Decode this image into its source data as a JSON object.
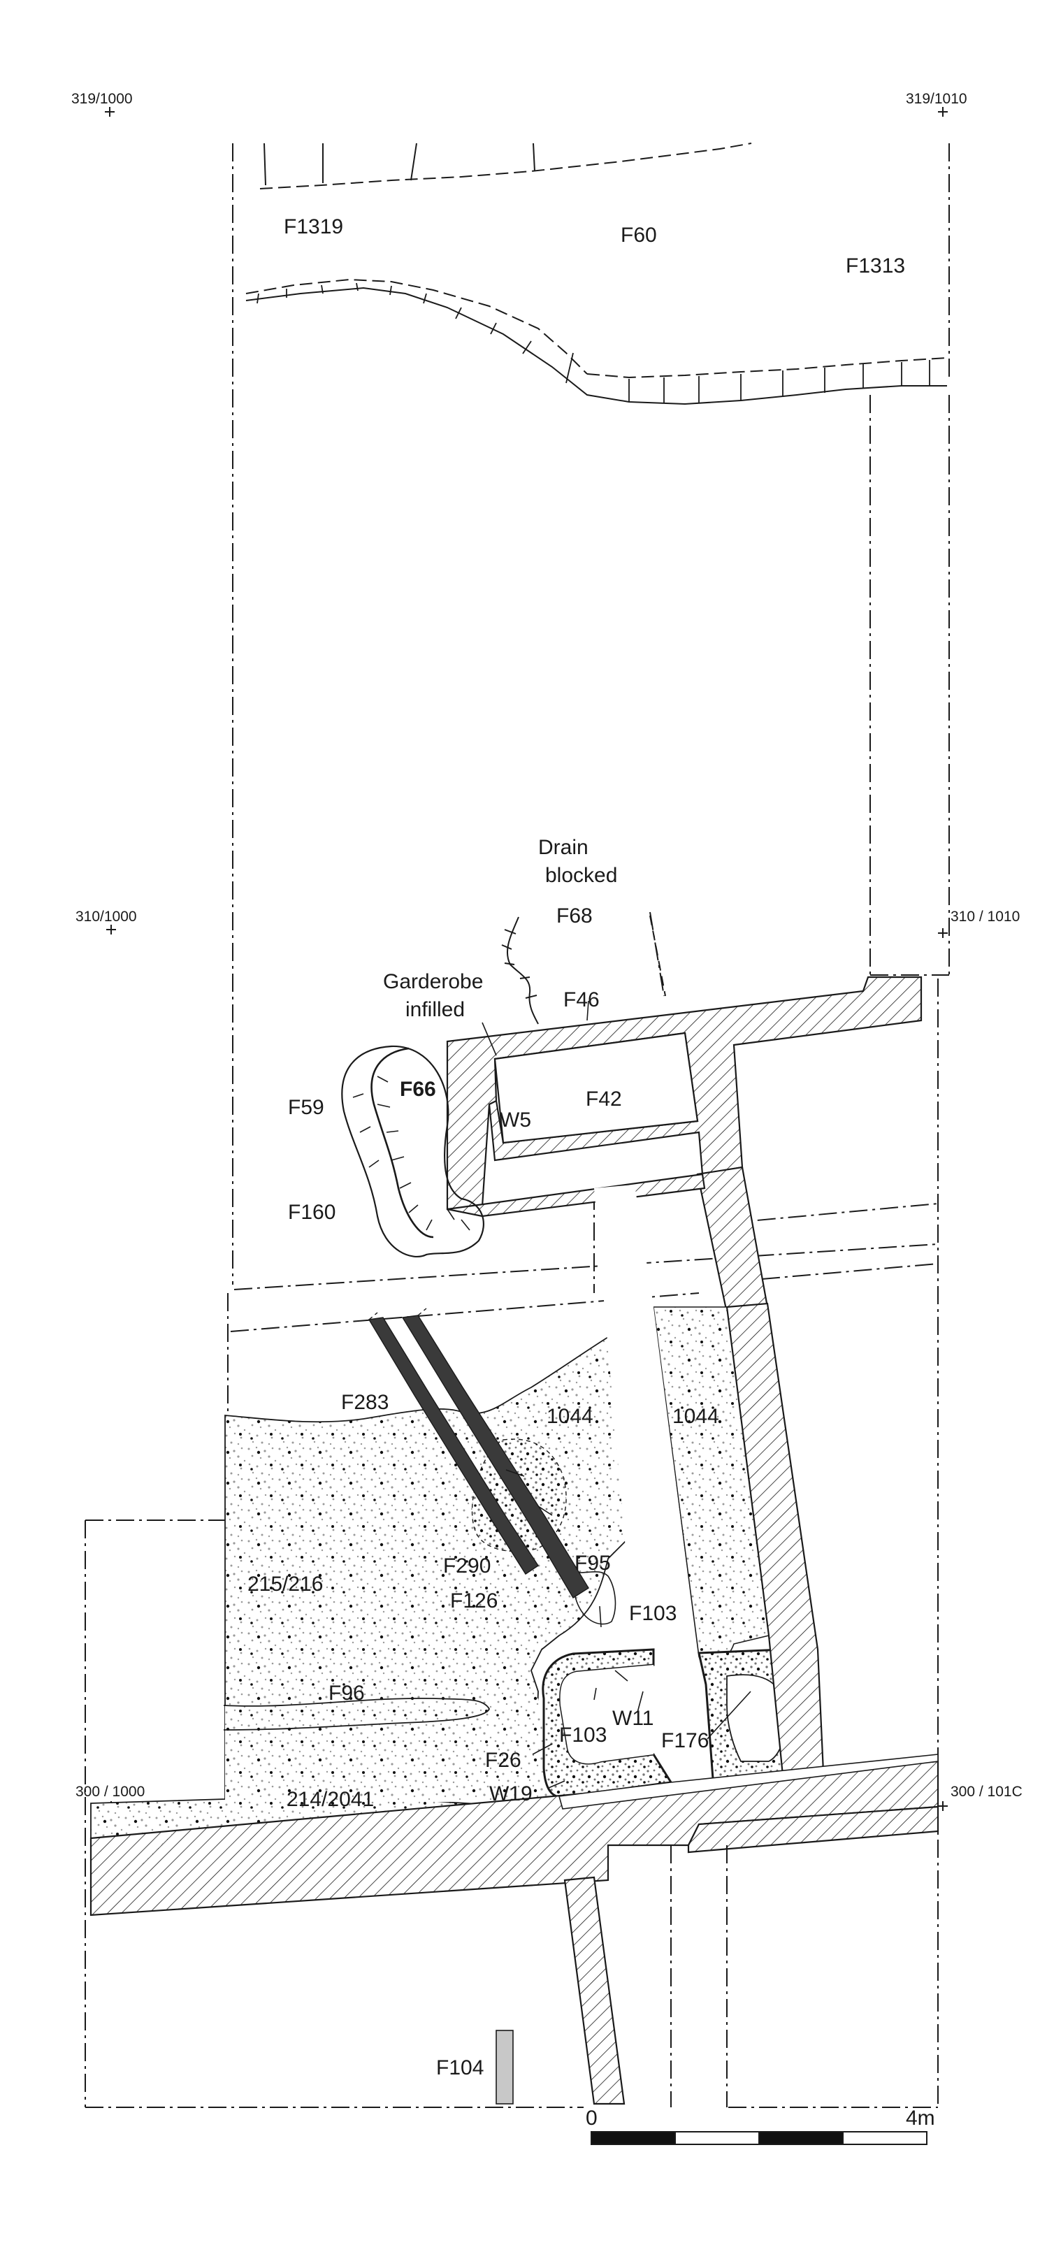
{
  "grid_labels": {
    "g1": "319/1000",
    "g2": "319/1010",
    "g3": "310/1000",
    "g4": "310 / 1010",
    "g5": "300 / 1000",
    "g6": "300 / 101C"
  },
  "features": {
    "f1319": "F1319",
    "f60": "F60",
    "f1313": "F1313",
    "drain1": "Drain",
    "drain2": "blocked",
    "f68": "F68",
    "garderobe1": "Garderobe",
    "garderobe2": "infilled",
    "f46": "F46",
    "f59": "F59",
    "f66": "F66",
    "w5": "W5",
    "f42": "F42",
    "f160": "F160",
    "f283": "F283",
    "l1044a": "1044",
    "l1044b": "1044",
    "f290": "F290",
    "f95": "F95",
    "l215": "215/216",
    "f126": "F126",
    "f103a": "F103",
    "f96": "F96",
    "f103b": "F103",
    "w11": "W11",
    "f176": "F176",
    "f26": "F26",
    "w19": "W19",
    "l214": "214/2041",
    "f104": "F104"
  },
  "scale": {
    "start": "0",
    "end": "4m"
  },
  "colors": {
    "ink": "#1a1a1a",
    "fill_grey": "#c8c8c8",
    "drain_dark": "#3a3a3a"
  }
}
